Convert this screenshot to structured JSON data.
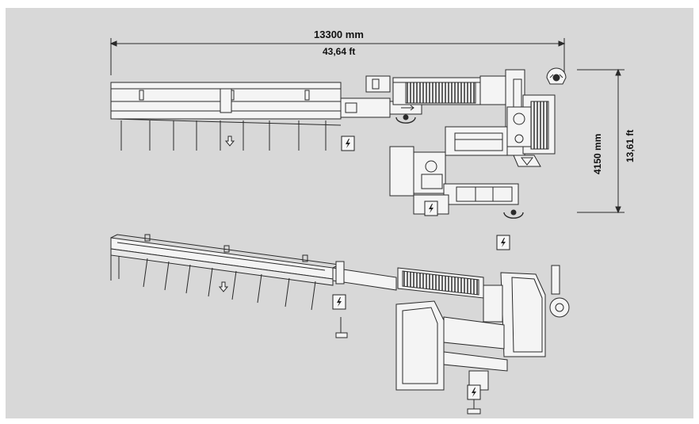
{
  "dimensions": {
    "width_mm": "13300 mm",
    "width_ft": "43,64 ft",
    "height_mm": "4150 mm",
    "height_ft": "13,61 ft"
  },
  "colors": {
    "background": "#d8d8d8",
    "line": "#2a2a2a",
    "fill": "#f4f4f4"
  },
  "icons": [
    "electrical-hazard-icon",
    "down-arrow-icon",
    "material-roll-icon"
  ]
}
